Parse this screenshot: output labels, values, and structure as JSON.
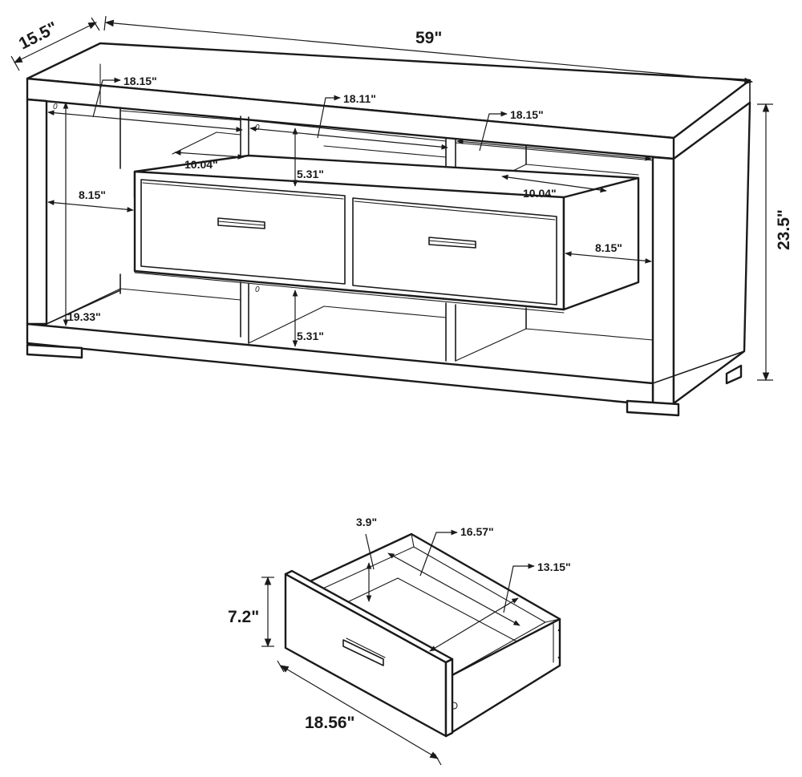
{
  "tv_stand": {
    "overall": {
      "width": "59\"",
      "depth": "15.5\"",
      "height": "23.5\""
    },
    "compartments": {
      "left_top_width": "18.15\"",
      "middle_top_width": "18.11\"",
      "right_top_width": "18.15\"",
      "left_depth": "10.04\"",
      "right_depth": "10.04\"",
      "middle_upper_height": "5.31\"",
      "middle_lower_height": "5.31\"",
      "left_side_gap": "8.15\"",
      "right_side_gap": "8.15\"",
      "left_bay_height": "19.33\""
    },
    "zero_marks": [
      "0",
      "0",
      "0"
    ]
  },
  "drawer": {
    "side_height": "3.9\"",
    "inner_length": "16.57\"",
    "inner_depth": "13.15\"",
    "front_height": "7.2\"",
    "front_width": "18.56\""
  }
}
